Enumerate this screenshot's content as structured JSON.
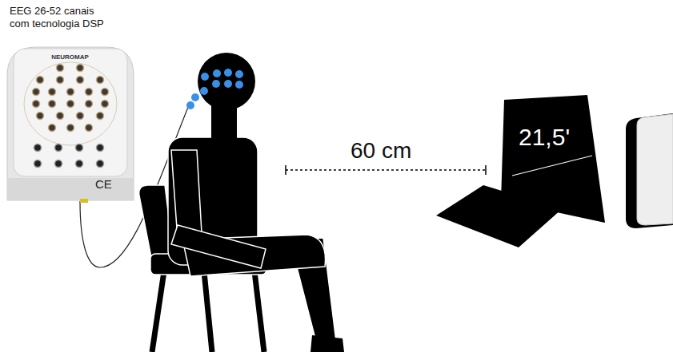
{
  "diagram": {
    "nodes": [
      {
        "text": [
          "NEUROMAP",
          "CE"
        ]
      },
      {
        "text": [
          "21,5'"
        ]
      }
    ],
    "labels": [
      "EEG 26-52 canais com tecnologia DSP",
      "60 cm"
    ]
  }
}
